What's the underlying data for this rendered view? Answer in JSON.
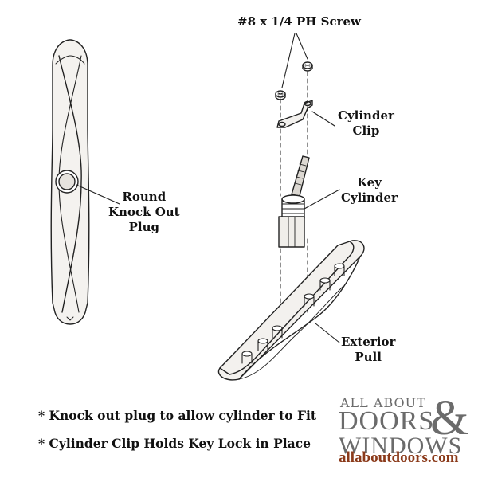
{
  "labels": {
    "screw": "#8 x 1/4 PH Screw",
    "cylinder_clip": [
      "Cylinder",
      "Clip"
    ],
    "key_cylinder": [
      "Key",
      "Cylinder"
    ],
    "exterior_pull": [
      "Exterior",
      "Pull"
    ],
    "round_plug": [
      "Round",
      "Knock Out",
      "Plug"
    ]
  },
  "notes": [
    "* Knock out plug to allow cylinder to Fit",
    "* Cylinder Clip Holds Key Lock in Place"
  ],
  "brand": {
    "all_about": "ALL ABOUT",
    "doors": "DOORS",
    "ampersand": "&",
    "windows": "WINDOWS",
    "url": "allaboutdoors.com"
  },
  "colors": {
    "line": "#222222",
    "part_fill": "#f3f1ee",
    "brand_gray": "#6b6b6b",
    "brand_url": "#8b3a1a"
  }
}
